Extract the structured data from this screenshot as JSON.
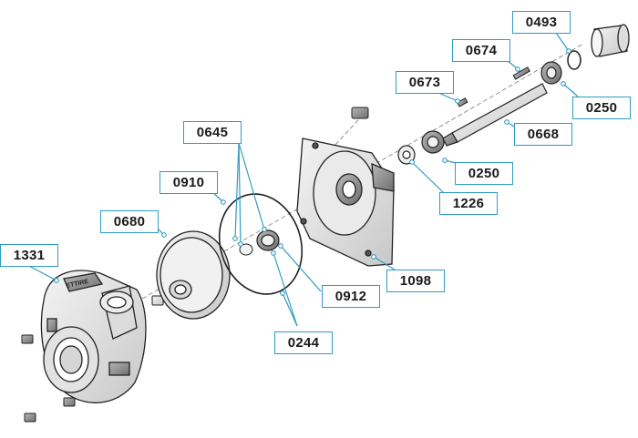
{
  "diagram": {
    "callouts": [
      {
        "id": "c0493",
        "label": "0493"
      },
      {
        "id": "c0674",
        "label": "0674"
      },
      {
        "id": "c0673",
        "label": "0673"
      },
      {
        "id": "c0250a",
        "label": "0250"
      },
      {
        "id": "c0645",
        "label": "0645"
      },
      {
        "id": "c0668",
        "label": "0668"
      },
      {
        "id": "c0910",
        "label": "0910"
      },
      {
        "id": "c0250b",
        "label": "0250"
      },
      {
        "id": "c0680",
        "label": "0680"
      },
      {
        "id": "c1226",
        "label": "1226"
      },
      {
        "id": "c1331",
        "label": "1331"
      },
      {
        "id": "c1098",
        "label": "1098"
      },
      {
        "id": "c0912",
        "label": "0912"
      },
      {
        "id": "c0244",
        "label": "0244"
      }
    ],
    "casting_text": "ETTIRE",
    "leader_color": "#2f9bc4",
    "line_color": "#222222"
  }
}
